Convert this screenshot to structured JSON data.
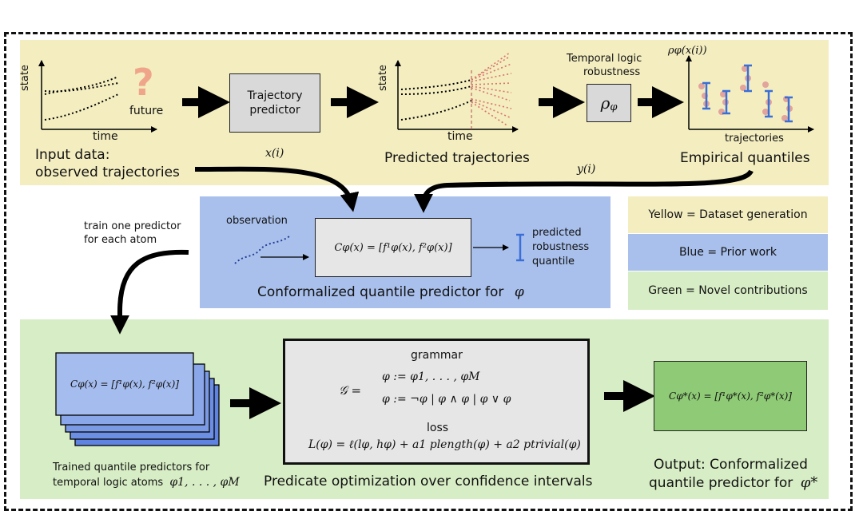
{
  "colors": {
    "yellow": "#f3edc0",
    "blue": "#a9c0ec",
    "green": "#d7edc5",
    "gray_box": "#d9d9d9",
    "green_box": "#8fcb76",
    "blue_card": "#8fa8e8",
    "interval_blue": "#3a6fd8",
    "dots_red": "#d9706a"
  },
  "icons": [
    "question-mark-icon",
    "arrow-icon"
  ],
  "top": {
    "plot1": {
      "ylabel": "state",
      "xlabel": "time",
      "future": "future",
      "question": "?"
    },
    "input_data_line1": "Input data:",
    "input_data_line2": "observed trajectories",
    "trajectory_predictor_line1": "Trajectory",
    "trajectory_predictor_line2": "predictor",
    "x_i": "x(i)",
    "plot2": {
      "ylabel": "state",
      "xlabel": "time"
    },
    "predicted_trajectories": "Predicted trajectories",
    "temporal_logic_line1": "Temporal logic",
    "temporal_logic_line2": "robustness",
    "rho_phi": "ρ",
    "rho_phi_sub": "φ",
    "y_i": "y(i)",
    "plot3": {
      "ylabel": "ρφ(x(i))",
      "xlabel": "trajectories"
    },
    "empirical_quantiles": "Empirical quantiles"
  },
  "middle": {
    "train_line1": "train one predictor",
    "train_line2": "for each atom",
    "observation": "observation",
    "formula": "Cφ(x) = [f¹φ(x), f²φ(x)]",
    "predicted_line1": "predicted",
    "predicted_line2": "robustness",
    "predicted_line3": "quantile",
    "caption": "Conformalized quantile predictor for",
    "caption_phi": "φ"
  },
  "legend": {
    "yellow": "Yellow = Dataset generation",
    "blue": "Blue = Prior work",
    "green": "Green = Novel contributions"
  },
  "bottom": {
    "card_formula": "Cφ(x) = [f¹φ(x), f²φ(x)]",
    "trained_line1": "Trained quantile predictors for",
    "trained_line2": "temporal logic atoms",
    "trained_atoms": "φ1, . . . , φM",
    "grammar": "grammar",
    "grammar_G": "𝒢 =",
    "grammar_line1": "φ   := φ1, . . . , φM",
    "grammar_line2": "φ   := ¬φ | φ ∧ φ | φ ∨ φ",
    "loss": "loss",
    "loss_formula": "L(φ) = ℓ(lφ, hφ) + a1 plength(φ) + a2 ptrivial(φ)",
    "predicate_caption": "Predicate optimization over confidence intervals",
    "output_formula": "Cφ*(x) = [f¹φ*(x), f²φ*(x)]",
    "output_line1": "Output: Conformalized",
    "output_line2": "quantile predictor for",
    "output_phi": "φ*"
  }
}
